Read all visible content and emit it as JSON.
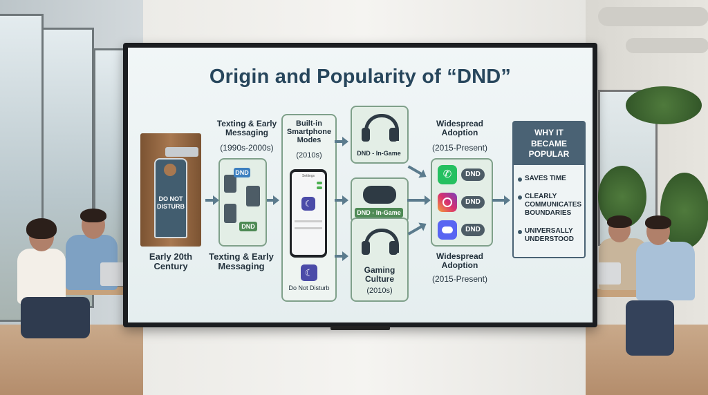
{
  "slide": {
    "title": "Origin and Popularity of “DND”",
    "early": {
      "label": "Early 20th Century",
      "hanger_text": "DO NOT DISTURB"
    },
    "texting": {
      "top_label": "Texting & Early Messaging",
      "top_years": "(1990s-2000s)",
      "bottom_label": "Texting & Early Messaging",
      "bubble": "DND"
    },
    "smartphone": {
      "label": "Built-in Smartphone Modes",
      "years": "(2010s)",
      "caption": "Do Not Disturb",
      "settings_title": "Settings"
    },
    "gaming": {
      "tag": "DND - In-Game",
      "label": "Gaming Culture",
      "years": "(2010s)"
    },
    "widespread": {
      "label": "Widespread Adoption",
      "years": "(2015-Present)",
      "chip": "DND"
    },
    "why": {
      "heading": "WHY IT BECAME POPULAR",
      "items": [
        "SAVES TIME",
        "CLEARLY COMMUNICATES BOUNDARIES",
        "UNIVERSALLY UNDERSTOOD"
      ]
    }
  },
  "colors": {
    "title": "#27465c",
    "accent_green": "#4e8a55",
    "panel_blue": "#4a6274",
    "arrow": "#5b7b8d"
  }
}
